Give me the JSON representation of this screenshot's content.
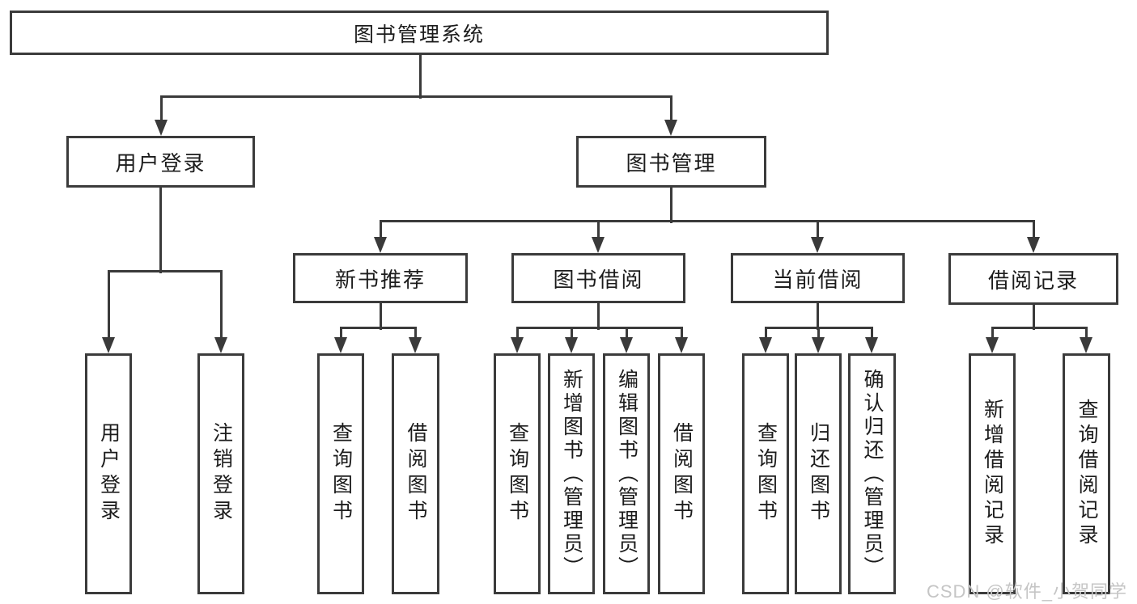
{
  "tree": {
    "label": "图书管理系统",
    "children": [
      {
        "label": "用户登录",
        "children": [
          {
            "label": "用户登录"
          },
          {
            "label": "注销登录"
          }
        ]
      },
      {
        "label": "图书管理",
        "children": [
          {
            "label": "新书推荐",
            "children": [
              {
                "label": "查询图书"
              },
              {
                "label": "借阅图书"
              }
            ]
          },
          {
            "label": "图书借阅",
            "children": [
              {
                "label": "查询图书"
              },
              {
                "label": "新增图书（管理员）"
              },
              {
                "label": "编辑图书（管理员）"
              },
              {
                "label": "借阅图书"
              }
            ]
          },
          {
            "label": "当前借阅",
            "children": [
              {
                "label": "查询图书"
              },
              {
                "label": "归还图书"
              },
              {
                "label": "确认归还（管理员）"
              }
            ]
          },
          {
            "label": "借阅记录",
            "children": [
              {
                "label": "新增借阅记录"
              },
              {
                "label": "查询借阅记录"
              }
            ]
          }
        ]
      }
    ]
  },
  "watermark": "CSDN @软件_小贺同学",
  "colors": {
    "line": "#3a3a3a",
    "text": "#1c1c1c",
    "watermark": "#c5c5c5",
    "background": "#ffffff"
  }
}
